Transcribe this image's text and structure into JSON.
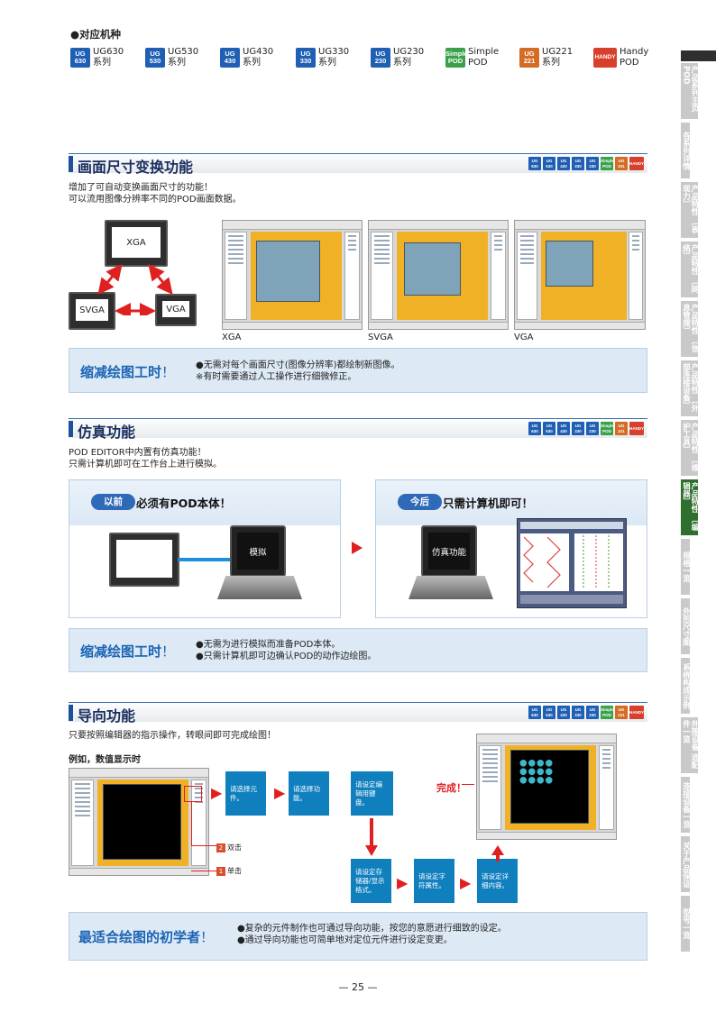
{
  "models": {
    "title": "●对应机种",
    "items": [
      {
        "badge_top": "UG",
        "badge_bottom": "630",
        "label1": "UG630",
        "label2": "系列",
        "color": "#1f5fb4"
      },
      {
        "badge_top": "UG",
        "badge_bottom": "530",
        "label1": "UG530",
        "label2": "系列",
        "color": "#1f5fb4"
      },
      {
        "badge_top": "UG",
        "badge_bottom": "430",
        "label1": "UG430",
        "label2": "系列",
        "color": "#1f5fb4"
      },
      {
        "badge_top": "UG",
        "badge_bottom": "330",
        "label1": "UG330",
        "label2": "系列",
        "color": "#1f5fb4"
      },
      {
        "badge_top": "UG",
        "badge_bottom": "230",
        "label1": "UG230",
        "label2": "系列",
        "color": "#1f5fb4"
      },
      {
        "badge_top": "Simple",
        "badge_bottom": "POD",
        "label1": "Simple",
        "label2": "POD",
        "color": "#3aa14a"
      },
      {
        "badge_top": "UG",
        "badge_bottom": "221",
        "label1": "UG221",
        "label2": "系列",
        "color": "#d46c24"
      },
      {
        "badge_top": "HANDY",
        "badge_bottom": "",
        "label1": "Handy",
        "label2": "POD",
        "color": "#d8402e"
      }
    ]
  },
  "sidenav": {
    "items": [
      {
        "label": "产品系列主页\nPOD",
        "active": false
      },
      {
        "label": "各系列详情",
        "active": false
      },
      {
        "label": "产品特性\n〔表现力〕",
        "active": false
      },
      {
        "label": "产品特性\n〔网络〕",
        "active": false
      },
      {
        "label": "产品特性\n〔信息管理〕",
        "active": false
      },
      {
        "label": "产品特性\n〔外部连接设备〕",
        "active": false
      },
      {
        "label": "产品特性\n〔维护工具〕",
        "active": false
      },
      {
        "label": "产品特性\n〔编辑器〕",
        "active": true
      },
      {
        "label": "规格一览",
        "active": false
      },
      {
        "label": "外形尺寸图",
        "active": false
      },
      {
        "label": "系统构成示例",
        "active": false
      },
      {
        "label": "外围设备\n选配件一览",
        "active": false
      },
      {
        "label": "连接设备一览",
        "active": false
      },
      {
        "label": "关于产品保证",
        "active": false
      },
      {
        "label": "型号一览",
        "active": false
      }
    ]
  },
  "section_badges": [
    {
      "top": "UG",
      "bottom": "630",
      "color": "#1f5fb4"
    },
    {
      "top": "UG",
      "bottom": "530",
      "color": "#1f5fb4"
    },
    {
      "top": "UG",
      "bottom": "430",
      "color": "#1f5fb4"
    },
    {
      "top": "UG",
      "bottom": "330",
      "color": "#1f5fb4"
    },
    {
      "top": "UG",
      "bottom": "230",
      "color": "#1f5fb4"
    },
    {
      "top": "Simple",
      "bottom": "POD",
      "color": "#3aa14a"
    },
    {
      "top": "UG",
      "bottom": "221",
      "color": "#d46c24"
    },
    {
      "top": "HANDY",
      "bottom": "",
      "color": "#d8402e"
    }
  ],
  "resize": {
    "title": "画面尺寸变换功能",
    "desc1": "增加了可自动变换画面尺寸的功能！",
    "desc2": "可以流用图像分辨率不同的POD画面数据。",
    "diagram": {
      "xga": "XGA",
      "svga": "SVGA",
      "vga": "VGA"
    },
    "captions": [
      "XGA",
      "SVGA",
      "VGA"
    ],
    "benefit_title": "缩减绘图工时",
    "benefit_mark": "！",
    "benefit_line1": "●无需对每个画面尺寸(图像分辨率)都绘制新图像。",
    "benefit_line2": "※有时需要通过人工操作进行细微修正。"
  },
  "simulation": {
    "title": "仿真功能",
    "desc1": "POD EDITOR中内置有仿真功能！",
    "desc2": "只需计算机即可在工作台上进行模拟。",
    "before_pill": "以前",
    "before_text": "必须有POD本体！",
    "before_laptop": "模拟",
    "after_pill": "今后",
    "after_text": "只需计算机即可！",
    "after_laptop": "仿真功能",
    "benefit_title": "缩减绘图工时",
    "benefit_mark": "！",
    "benefit_line1": "●无需为进行模拟而准备POD本体。",
    "benefit_line2": "●只需计算机即可边确认POD的动作边绘图。"
  },
  "wizard": {
    "title": "导向功能",
    "desc": "只要按照编辑器的指示操作，转眼间即可完成绘图！",
    "example": "例如，数值显示时",
    "step_dblclick": "双击",
    "step_click": "单击",
    "step_num2": "2",
    "step_num1": "1",
    "flow": [
      "请选择元件。",
      "请选择功能。",
      "请设定编辑用键盘。",
      "请设定存储器/显示格式。",
      "请设定字符属性。",
      "请设定详细内容。"
    ],
    "done": "完成！",
    "benefit_title": "最适合绘图的初学者",
    "benefit_mark": "！",
    "benefit_line1": "●复杂的元件制作也可通过导向功能，按您的意愿进行细致的设定。",
    "benefit_line2": "●通过导向功能也可简单地对定位元件进行设定变更。"
  },
  "page_number": "— 25 —"
}
